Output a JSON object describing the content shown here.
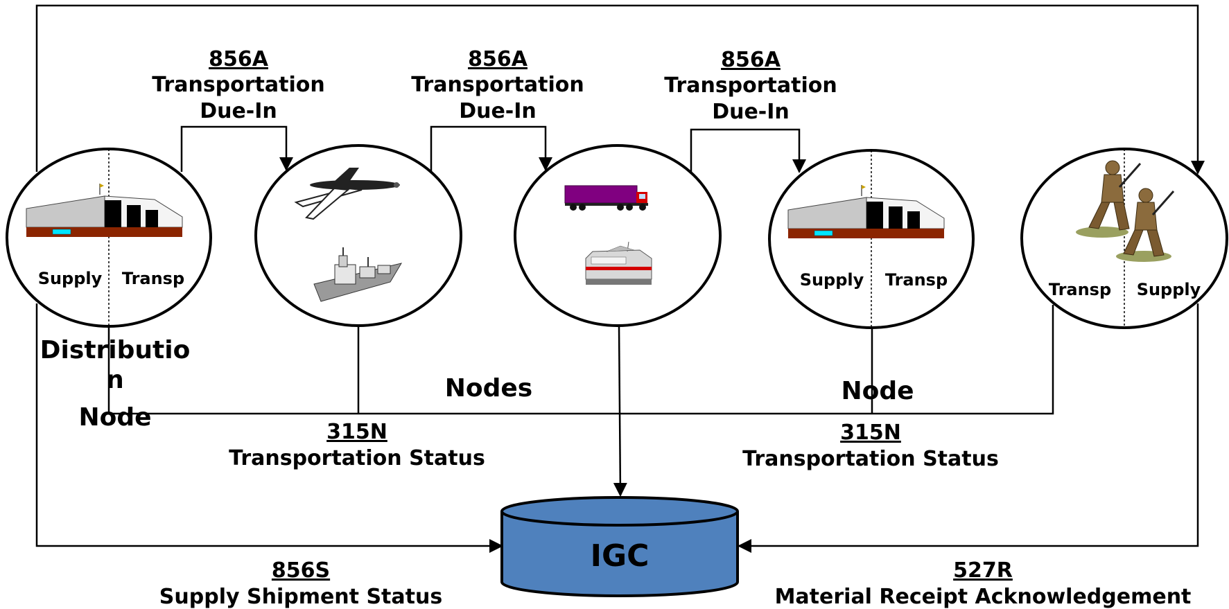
{
  "colors": {
    "line": "#000000",
    "database_fill": "#4f81bd",
    "database_stroke": "#000000",
    "warehouse_roof": "#c8c8c8",
    "warehouse_base": "#8b2500",
    "warehouse_windows": "#00e5ff",
    "truck_trailer": "#800080",
    "truck_cab": "#d40000",
    "soldier_camo": "#8b6b3d",
    "soldier_shadow": "#9aa060"
  },
  "top_labels": [
    {
      "code": "856A",
      "line1": "Transportation",
      "line2": "Due-In"
    },
    {
      "code": "856A",
      "line1": "Transportation",
      "line2": "Due-In"
    },
    {
      "code": "856A",
      "line1": "Transportation",
      "line2": "Due-In"
    }
  ],
  "nodes": {
    "distribution": {
      "left_label": "Supply",
      "right_label": "Transp",
      "icon": "warehouse-icon"
    },
    "transport_air_sea": {
      "icons": [
        "airplane-icon",
        "ship-icon"
      ]
    },
    "transport_ground": {
      "icons": [
        "truck-icon",
        "train-icon"
      ]
    },
    "destination": {
      "left_label": "Supply",
      "right_label": "Transp",
      "icon": "warehouse-icon"
    },
    "unit": {
      "left_label": "Transp",
      "right_label": "Supply",
      "icon": "soldiers-icon"
    }
  },
  "node_type_labels": {
    "distribution_line1": "Distributio",
    "distribution_line2": "n",
    "distribution_line3": "Node",
    "nodes": "Nodes",
    "node": "Node"
  },
  "status_labels": [
    {
      "code": "315N",
      "text": "Transportation Status"
    },
    {
      "code": "315N",
      "text": "Transportation Status"
    }
  ],
  "database": {
    "label": "IGC"
  },
  "bottom_labels": {
    "left": {
      "code": "856S",
      "text": "Supply Shipment Status"
    },
    "right": {
      "code": "527R",
      "text": "Material Receipt Acknowledgement"
    }
  }
}
